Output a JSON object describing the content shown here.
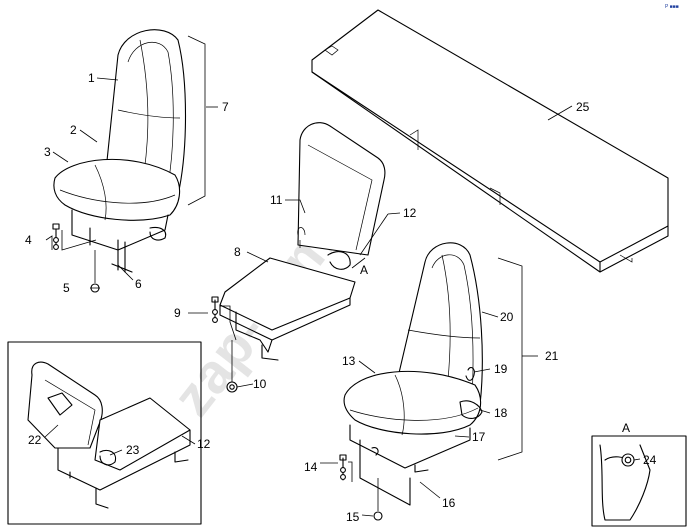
{
  "watermark": "zap-kam.ru",
  "corner_mark": "P ■■■",
  "detail_letter": "A",
  "callouts": {
    "c1": "1",
    "c2": "2",
    "c3": "3",
    "c4": "4",
    "c5": "5",
    "c6": "6",
    "c7": "7",
    "c8": "8",
    "c9": "9",
    "c10": "10",
    "c11": "11",
    "c12a": "12",
    "c12b": "12",
    "c13": "13",
    "c14": "14",
    "c15": "15",
    "c16": "16",
    "c17": "17",
    "c18": "18",
    "c19": "19",
    "c20": "20",
    "c21": "21",
    "c22": "22",
    "c23": "23",
    "c24": "24",
    "c25": "25"
  },
  "view_markers": {
    "a_on_seat": "A",
    "a_detail_title": "A"
  }
}
